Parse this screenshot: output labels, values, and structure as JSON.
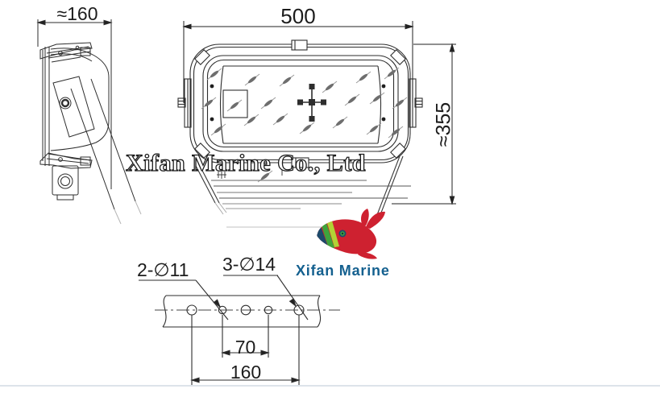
{
  "watermark": "Xifan Marine Co., Ltd",
  "logo": {
    "text": "Xifan Marine",
    "text_color": "#14608F",
    "whale_red": "#CE2130",
    "stripe_navy": "#1D4A6B",
    "stripe_green": "#3EA43C",
    "stripe_lime": "#B2D235"
  },
  "dims": {
    "side_view_width": "≈160",
    "front_view_width": "500",
    "front_view_height": "≈355",
    "holes_small_label": "2-∅11",
    "holes_large_label": "3-∅14",
    "holes_inner_spacing": "70",
    "holes_outer_spacing": "160"
  },
  "colors": {
    "line": "#2E2E2E",
    "dim_text": "#1C1C1C"
  }
}
